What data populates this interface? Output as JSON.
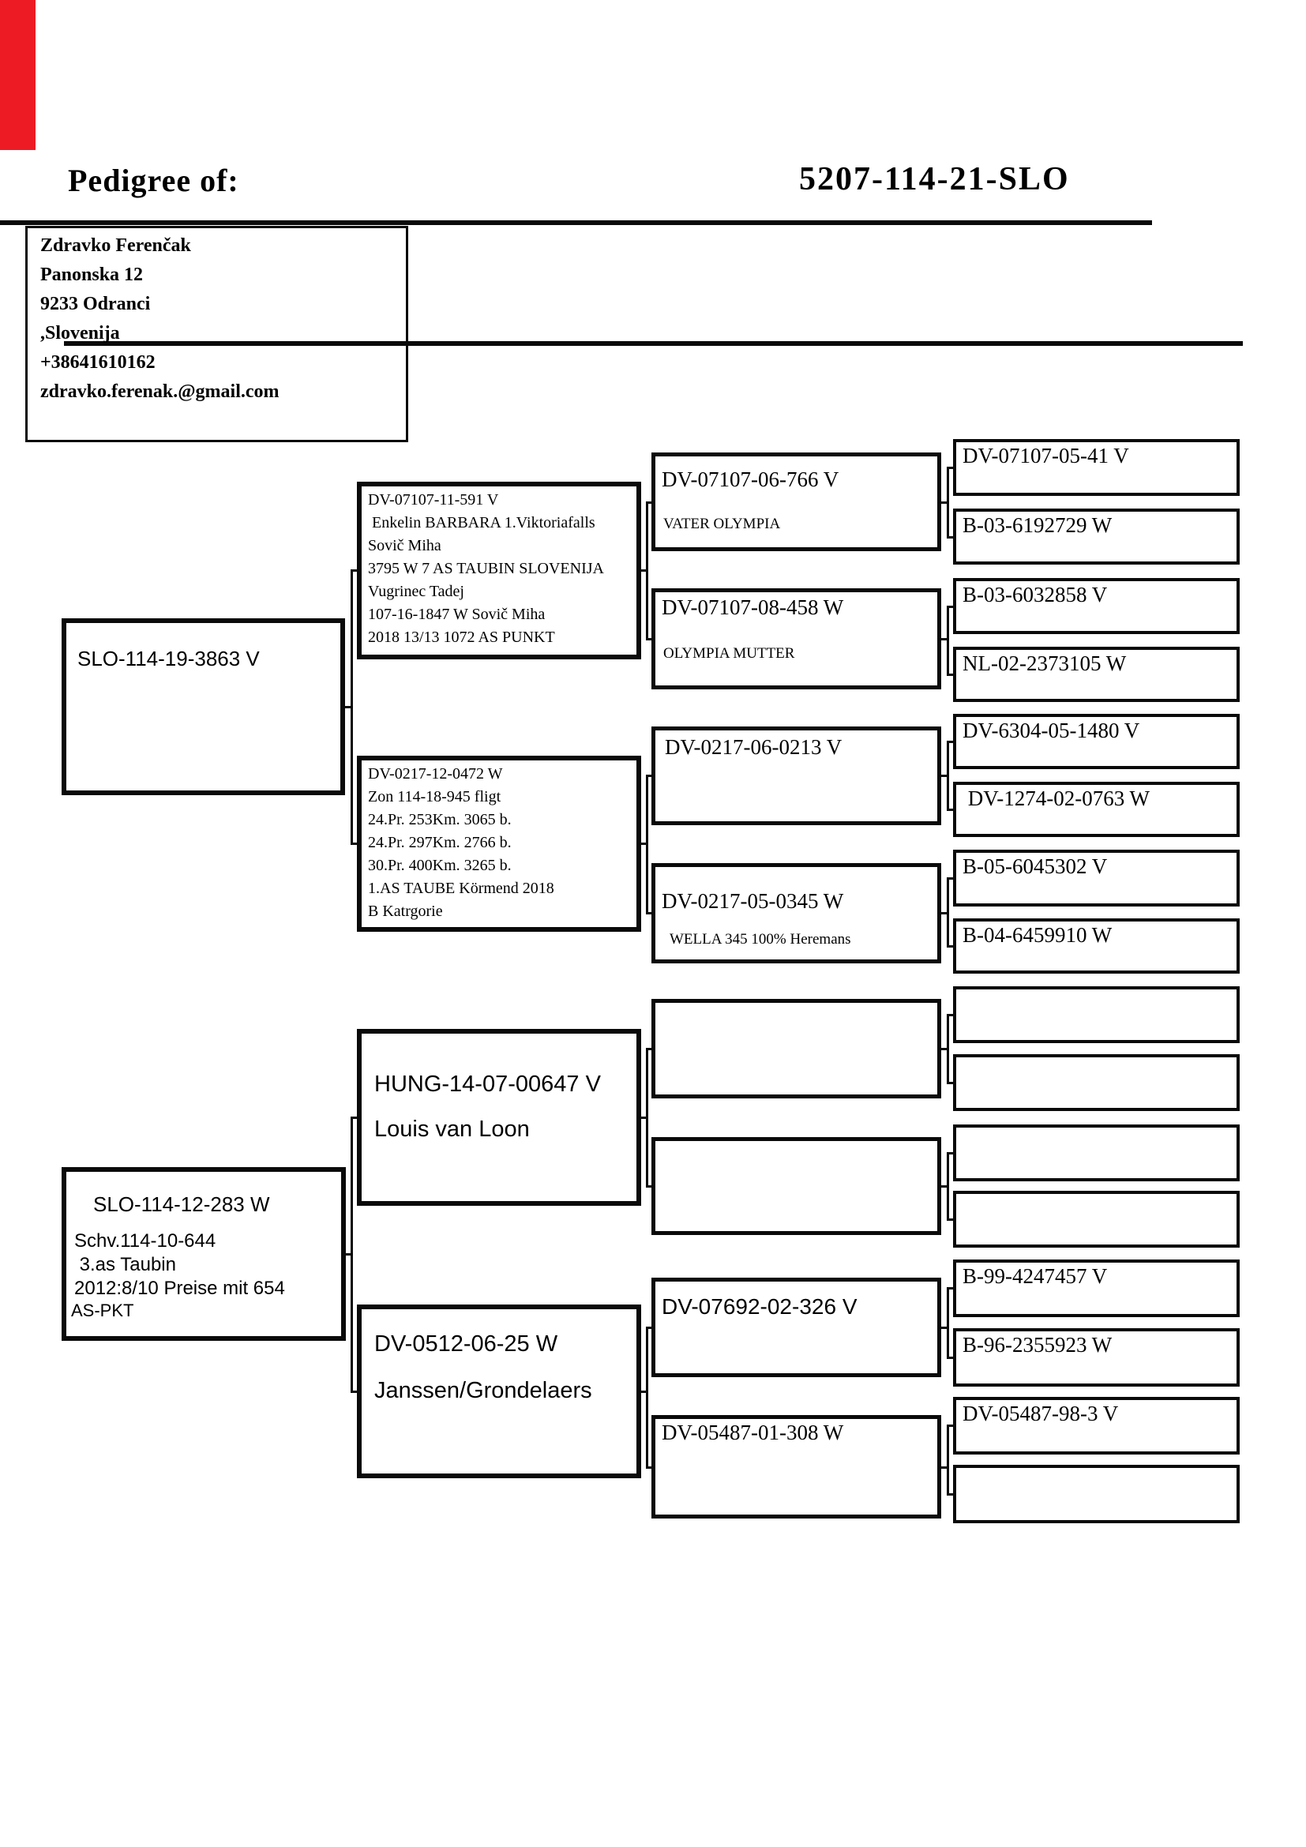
{
  "accent_colors": {
    "margin_bar_red": "#ed1c24"
  },
  "header": {
    "title": "Pedigree of:",
    "ring_number": "5207-114-21-SLO"
  },
  "owner": {
    "lines": [
      "Zdravko Ferenčak",
      "Panonska 12",
      "9233 Odranci",
      ",Slovenija",
      "+38641610162",
      "zdravko.ferenak.@gmail.com"
    ]
  },
  "generation1": [
    {
      "id": "SLO-114-19-3863 V",
      "lines": []
    },
    {
      "id": "SLO-114-12-283 W",
      "lines": [
        "Schv.114-10-644",
        " 3.as Taubin",
        "2012:8/10 Preise mit 654"
      ],
      "footer": "AS-PKT"
    }
  ],
  "generation2": [
    {
      "id": "DV-07107-11-591 V",
      "lines": [
        " Enkelin BARBARA 1.Viktoriafalls",
        "Sovič Miha",
        "3795 W 7 AS TAUBIN SLOVENIJA",
        "Vugrinec Tadej",
        "107-16-1847 W Sovič Miha",
        "2018 13/13 1072 AS PUNKT"
      ]
    },
    {
      "id": "DV-0217-12-0472 W",
      "lines": [
        "Zon 114-18-945 fligt",
        "24.Pr. 253Km. 3065 b.",
        "24.Pr. 297Km. 2766 b.",
        "30.Pr. 400Km. 3265 b.",
        "1.AS TAUBE Körmend 2018",
        "B Katrgorie"
      ]
    },
    {
      "id": "HUNG-14-07-00647 V",
      "lines": [
        "Louis van Loon"
      ]
    },
    {
      "id": "DV-0512-06-25 W",
      "lines": [
        "Janssen/Grondelaers"
      ]
    }
  ],
  "generation3": [
    {
      "id": "DV-07107-06-766 V",
      "subtitle": "VATER OLYMPIA"
    },
    {
      "id": "DV-07107-08-458 W",
      "subtitle": "OLYMPIA MUTTER"
    },
    {
      "id": "DV-0217-06-0213 V",
      "subtitle": ""
    },
    {
      "id": "DV-0217-05-0345 W",
      "subtitle": "WELLA 345 100% Heremans"
    },
    {
      "id": "",
      "subtitle": ""
    },
    {
      "id": "",
      "subtitle": ""
    },
    {
      "id": "DV-07692-02-326 V",
      "subtitle": ""
    },
    {
      "id": "DV-05487-01-308 W",
      "subtitle": ""
    }
  ],
  "generation4": [
    "DV-07107-05-41 V",
    "B-03-6192729 W",
    "B-03-6032858 V",
    "NL-02-2373105 W",
    "DV-6304-05-1480 V",
    " DV-1274-02-0763 W",
    "B-05-6045302 V",
    "B-04-6459910 W",
    "",
    "",
    "",
    "",
    "B-99-4247457 V",
    "B-96-2355923 W",
    "DV-05487-98-3 V",
    ""
  ]
}
